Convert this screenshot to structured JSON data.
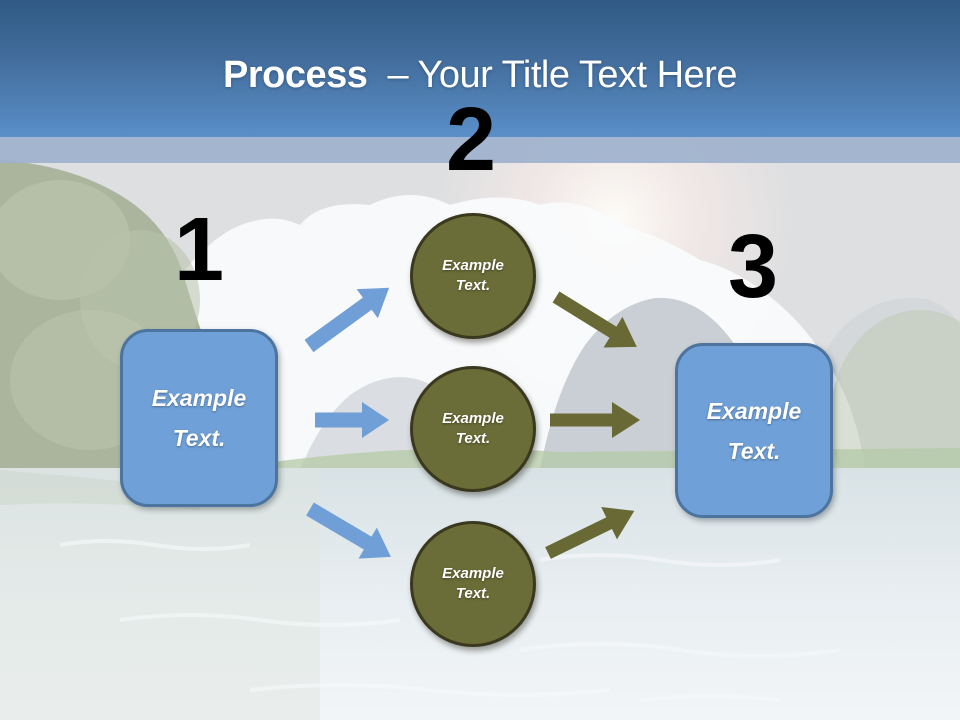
{
  "slide": {
    "title": {
      "keyword": "Process",
      "rest": "– Your Title Text Here"
    },
    "colors": {
      "header_gradient_top": "#2f5a84",
      "header_gradient_bottom": "#5a8fc8",
      "header_band": "#9fb2ce",
      "box_fill": "#6fa0d8",
      "box_border": "#4d749e",
      "circle_fill": "#6b6d38",
      "circle_border": "#3a391f",
      "arrow_blue": "#6f9fd6",
      "arrow_olive": "#686934",
      "step_number_color": "#000000",
      "title_color": "#ffffff"
    },
    "diagram": {
      "numbers": [
        {
          "value": "1"
        },
        {
          "value": "2"
        },
        {
          "value": "3"
        }
      ],
      "left_box": {
        "label": "Example Text."
      },
      "right_box": {
        "label": "Example Text."
      },
      "circles": [
        {
          "label": "Example Text."
        },
        {
          "label": "Example Text."
        },
        {
          "label": "Example Text."
        }
      ]
    }
  }
}
